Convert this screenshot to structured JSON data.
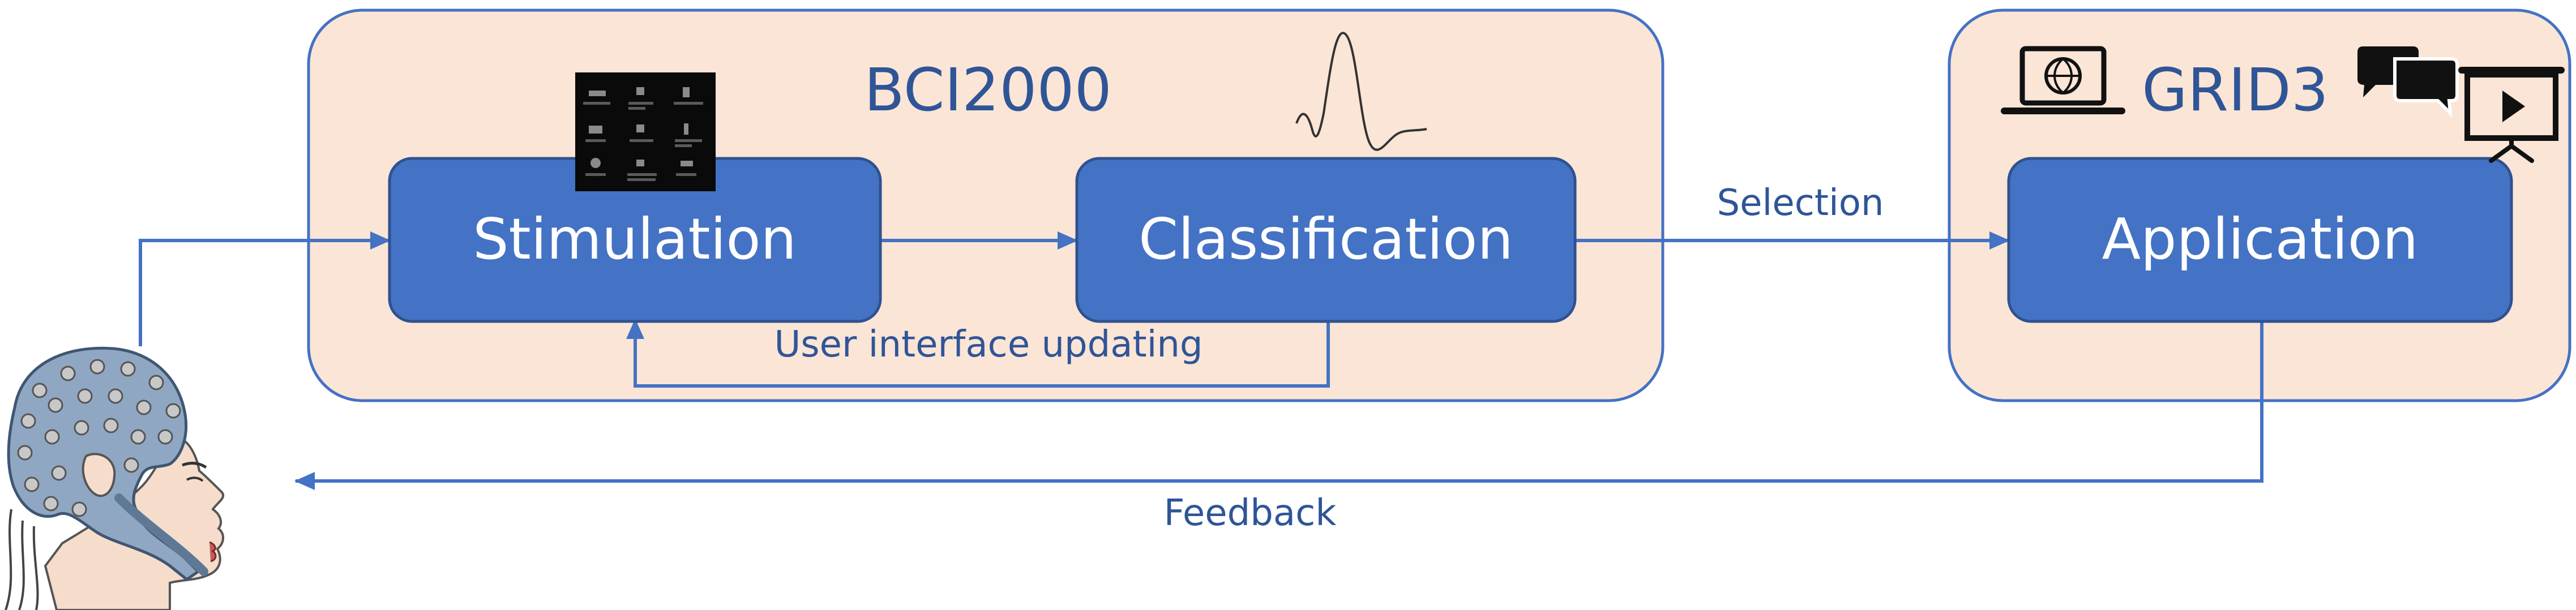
{
  "colors": {
    "container_fill": "#FBE5D6",
    "container_stroke": "#4472C4",
    "box_fill": "#4472C4",
    "box_stroke": "#2F528F",
    "box_text": "#FFFFFF",
    "accent": "#4472C4",
    "label_text": "#2F5597"
  },
  "containers": {
    "bci2000": {
      "title": "BCI2000"
    },
    "grid3": {
      "title": "GRID3"
    }
  },
  "boxes": {
    "stimulation": "Stimulation",
    "classification": "Classification",
    "application": "Application"
  },
  "labels": {
    "selection": "Selection",
    "ui_updating": "User interface updating",
    "feedback": "Feedback"
  },
  "icons": [
    "eeg-cap-head-icon",
    "stimulus-grid-thumbnail-icon",
    "erp-waveform-icon",
    "laptop-globe-icon",
    "chat-bubbles-icon",
    "presentation-screen-icon"
  ]
}
